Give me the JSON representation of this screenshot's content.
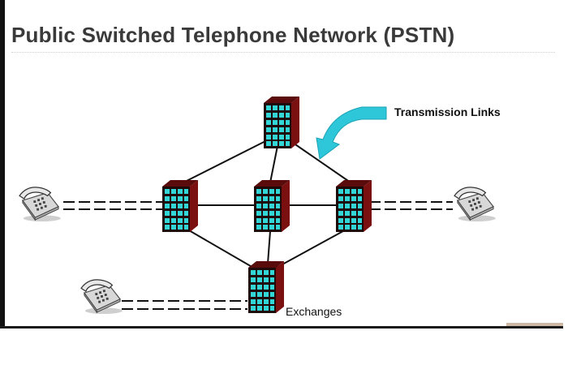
{
  "slide": {
    "title": "Public Switched Telephone Network (PSTN)",
    "transmission_label": "Transmission Links",
    "exchanges_label": "Exchanges"
  },
  "colors": {
    "exchange_window": "#33d6d6",
    "exchange_front": "#1f0a0a",
    "exchange_side": "#7a1010",
    "arrow_fill": "#2ec7d9",
    "link_line": "#111111",
    "title_text": "#3a3a3a"
  },
  "icons": {
    "exchange": "exchange-building-icon",
    "telephone": "telephone-icon",
    "arrow": "callout-arrow-icon"
  }
}
